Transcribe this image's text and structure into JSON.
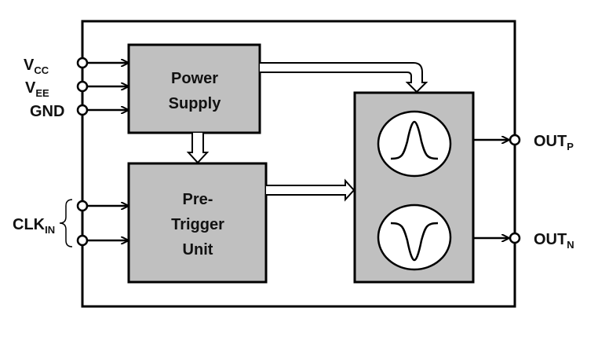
{
  "diagram": {
    "colors": {
      "block_fill": "#c0c0c0",
      "stroke": "#000000",
      "background": "#ffffff",
      "pulse_circle_fill": "#ffffff"
    },
    "blocks": {
      "power_supply": {
        "line1": "Power",
        "line2": "Supply"
      },
      "pre_trigger": {
        "line1": "Pre-",
        "line2": "Trigger",
        "line3": "Unit"
      },
      "pulse_generator": {
        "upper_icon": "positive-pulse-icon",
        "lower_icon": "negative-pulse-icon"
      }
    },
    "inputs": {
      "vcc": {
        "main": "V",
        "sub": "CC"
      },
      "vee": {
        "main": "V",
        "sub": "EE"
      },
      "gnd": {
        "main": "GND"
      },
      "clk": {
        "main": "CLK",
        "sub": "IN"
      }
    },
    "outputs": {
      "outp": {
        "main": "OUT",
        "sub": "P"
      },
      "outn": {
        "main": "OUT",
        "sub": "N"
      }
    }
  }
}
